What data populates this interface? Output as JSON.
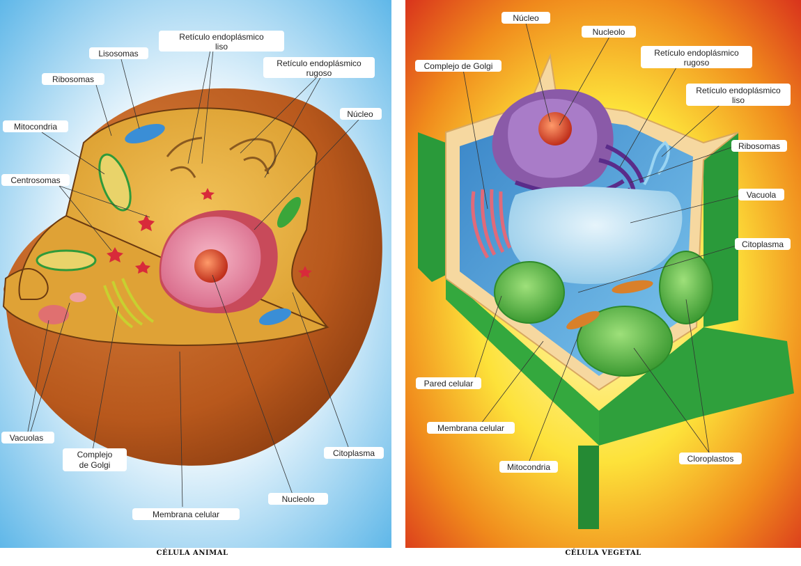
{
  "panels": {
    "animal": {
      "caption": "CÉLULA ANIMAL",
      "background_color": "#5bb8ea",
      "labels": {
        "rel_liso_1": "Retículo endoplásmico",
        "rel_liso_2": "liso",
        "lisosomas": "Lisosomas",
        "rer_1": "Retículo endoplásmico",
        "rer_2": "rugoso",
        "ribosomas": "Ribosomas",
        "nucleo": "Núcleo",
        "mitocondria": "Mitocondria",
        "centrosomas": "Centrosomas",
        "vacuolas": "Vacuolas",
        "golgi_1": "Complejo",
        "golgi_2": "de Golgi",
        "citoplasma": "Citoplasma",
        "nucleolo": "Nucleolo",
        "membrana": "Membrana celular"
      }
    },
    "vegetal": {
      "caption": "CÉLULA VEGETAL",
      "background_color": "#e0401e",
      "labels": {
        "nucleo": "Núcleo",
        "nucleolo": "Nucleolo",
        "golgi": "Complejo de Golgi",
        "rer_1": "Retículo endoplásmico",
        "rer_2": "rugoso",
        "rel_1": "Retículo endoplásmico",
        "rel_2": "liso",
        "ribosomas": "Ribosomas",
        "vacuola": "Vacuola",
        "citoplasma": "Citoplasma",
        "pared": "Pared celular",
        "membrana": "Membrana celular",
        "mitocondria": "Mitocondria",
        "cloroplastos": "Cloroplastos"
      }
    }
  }
}
